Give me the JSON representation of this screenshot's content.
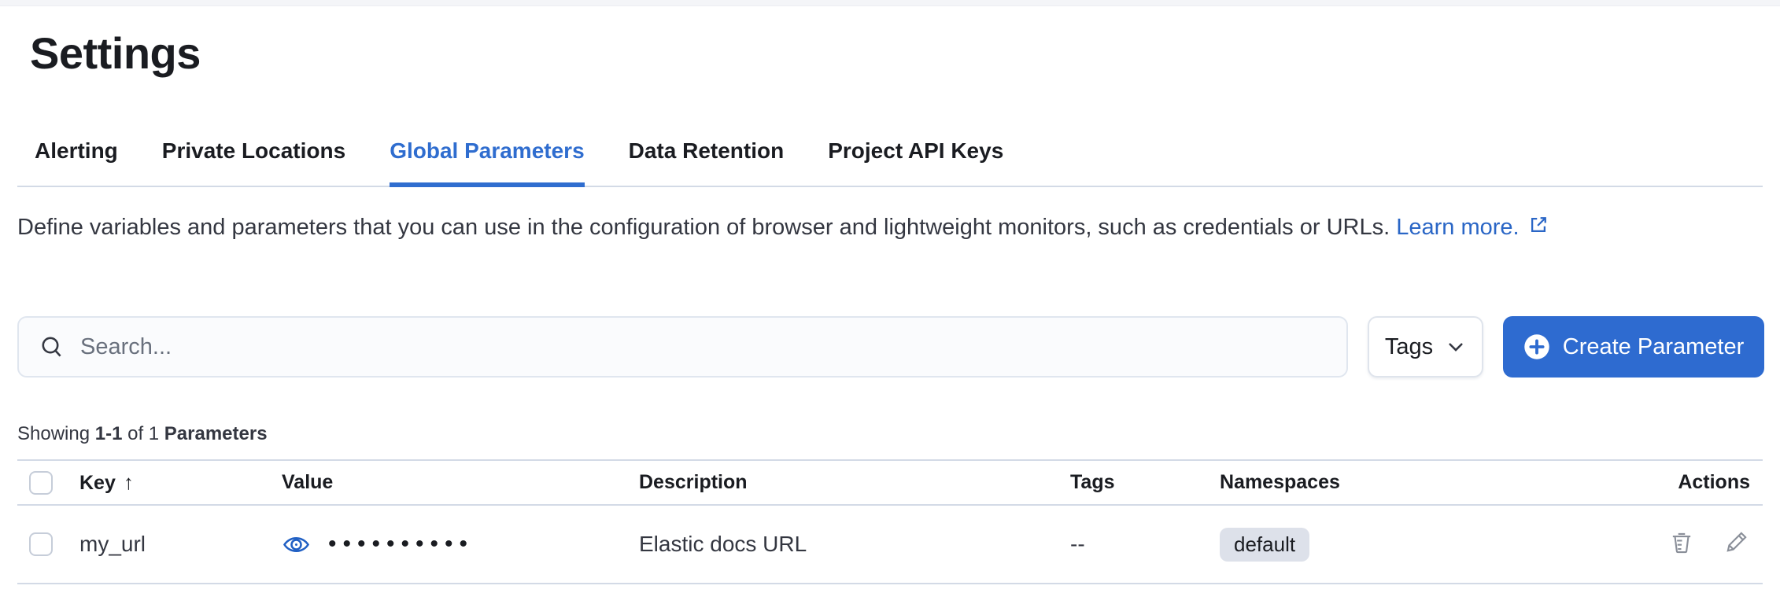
{
  "page": {
    "title": "Settings"
  },
  "tabs": [
    {
      "label": "Alerting",
      "active": false
    },
    {
      "label": "Private Locations",
      "active": false
    },
    {
      "label": "Global Parameters",
      "active": true
    },
    {
      "label": "Data Retention",
      "active": false
    },
    {
      "label": "Project API Keys",
      "active": false
    }
  ],
  "description": {
    "text": "Define variables and parameters that you can use in the configuration of browser and lightweight monitors, such as credentials or URLs. ",
    "link_label": "Learn more.",
    "link_icon": "external-link-icon"
  },
  "toolbar": {
    "search_placeholder": "Search...",
    "search_value": "",
    "tags_label": "Tags",
    "create_label": "Create Parameter"
  },
  "summary": {
    "showing": "Showing ",
    "range": "1-1",
    "of": " of 1 ",
    "entity": "Parameters"
  },
  "table": {
    "columns": [
      "Key",
      "Value",
      "Description",
      "Tags",
      "Namespaces",
      "Actions"
    ],
    "sort_column": "Key",
    "sort_direction": "ascending",
    "sort_arrow": "↑",
    "rows": [
      {
        "key": "my_url",
        "value_masked": "••••••••••",
        "value_icon": "eye-icon",
        "description": "Elastic docs URL",
        "tags": "--",
        "namespaces": [
          "default"
        ],
        "actions": [
          "delete",
          "edit"
        ]
      }
    ]
  },
  "colors": {
    "accent": "#2e6bd0",
    "link": "#2a66c6",
    "tab_active": "#2f6dcf",
    "border": "#d3dae6",
    "badge_bg": "#dde1ea",
    "icon_gray": "#8a8f99",
    "eye_blue": "#2160c4",
    "text": "#343741",
    "heading": "#1a1c21"
  }
}
